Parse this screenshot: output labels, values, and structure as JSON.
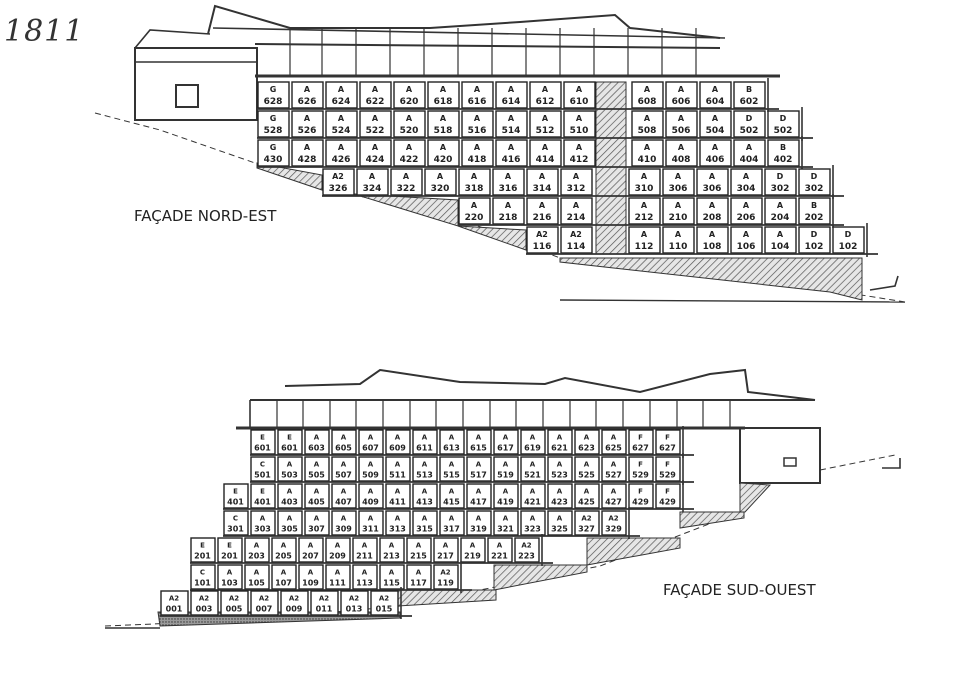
{
  "title": "1811",
  "facades": [
    {
      "label": "FAÇADE NORD-EST",
      "rows": [
        {
          "units": [
            [
              "G",
              "628"
            ],
            [
              "A",
              "626"
            ],
            [
              "A",
              "624"
            ],
            [
              "A",
              "622"
            ],
            [
              "A",
              "620"
            ],
            [
              "A",
              "618"
            ],
            [
              "A",
              "616"
            ],
            [
              "A",
              "614"
            ],
            [
              "A",
              "612"
            ],
            [
              "A",
              "610"
            ],
            [
              "A",
              "608"
            ],
            [
              "A",
              "606"
            ],
            [
              "A",
              "604"
            ],
            [
              "B",
              "602"
            ]
          ]
        },
        {
          "units": [
            [
              "G",
              "528"
            ],
            [
              "A",
              "526"
            ],
            [
              "A",
              "524"
            ],
            [
              "A",
              "522"
            ],
            [
              "A",
              "520"
            ],
            [
              "A",
              "518"
            ],
            [
              "A",
              "516"
            ],
            [
              "A",
              "514"
            ],
            [
              "A",
              "512"
            ],
            [
              "A",
              "510"
            ],
            [
              "A",
              "508"
            ],
            [
              "A",
              "506"
            ],
            [
              "A",
              "504"
            ],
            [
              "D",
              "502"
            ],
            [
              "D",
              "502"
            ]
          ]
        },
        {
          "units": [
            [
              "G",
              "430"
            ],
            [
              "A",
              "428"
            ],
            [
              "A",
              "426"
            ],
            [
              "A",
              "424"
            ],
            [
              "A",
              "422"
            ],
            [
              "A",
              "420"
            ],
            [
              "A",
              "418"
            ],
            [
              "A",
              "416"
            ],
            [
              "A",
              "414"
            ],
            [
              "A",
              "412"
            ],
            [
              "A",
              "410"
            ],
            [
              "A",
              "408"
            ],
            [
              "A",
              "406"
            ],
            [
              "A",
              "404"
            ],
            [
              "B",
              "402"
            ]
          ]
        },
        {
          "units": [
            [
              "A2",
              "326"
            ],
            [
              "A",
              "324"
            ],
            [
              "A",
              "322"
            ],
            [
              "A",
              "320"
            ],
            [
              "A",
              "318"
            ],
            [
              "A",
              "316"
            ],
            [
              "A",
              "314"
            ],
            [
              "A",
              "312"
            ],
            [
              "A",
              "310"
            ],
            [
              "A",
              "306"
            ],
            [
              "A",
              "306"
            ],
            [
              "A",
              "304"
            ],
            [
              "D",
              "302"
            ],
            [
              "D",
              "302"
            ]
          ]
        },
        {
          "units": [
            [
              "A",
              "220"
            ],
            [
              "A",
              "218"
            ],
            [
              "A",
              "216"
            ],
            [
              "A",
              "214"
            ],
            [
              "A",
              "212"
            ],
            [
              "A",
              "210"
            ],
            [
              "A",
              "208"
            ],
            [
              "A",
              "206"
            ],
            [
              "A",
              "204"
            ],
            [
              "B",
              "202"
            ]
          ]
        },
        {
          "units": [
            [
              "A2",
              "116"
            ],
            [
              "A2",
              "114"
            ],
            [
              "A",
              "112"
            ],
            [
              "A",
              "110"
            ],
            [
              "A",
              "108"
            ],
            [
              "A",
              "106"
            ],
            [
              "A",
              "104"
            ],
            [
              "D",
              "102"
            ],
            [
              "D",
              "102"
            ]
          ]
        }
      ]
    },
    {
      "label": "FAÇADE SUD-OUEST",
      "rows": [
        {
          "units": [
            [
              "E",
              "601"
            ],
            [
              "E",
              "601"
            ],
            [
              "A",
              "603"
            ],
            [
              "A",
              "605"
            ],
            [
              "A",
              "607"
            ],
            [
              "A",
              "609"
            ],
            [
              "A",
              "611"
            ],
            [
              "A",
              "613"
            ],
            [
              "A",
              "615"
            ],
            [
              "A",
              "617"
            ],
            [
              "A",
              "619"
            ],
            [
              "A",
              "621"
            ],
            [
              "A",
              "623"
            ],
            [
              "A",
              "625"
            ],
            [
              "F",
              "627"
            ],
            [
              "F",
              "627"
            ]
          ]
        },
        {
          "units": [
            [
              "C",
              "501"
            ],
            [
              "A",
              "503"
            ],
            [
              "A",
              "505"
            ],
            [
              "A",
              "507"
            ],
            [
              "A",
              "509"
            ],
            [
              "A",
              "511"
            ],
            [
              "A",
              "513"
            ],
            [
              "A",
              "515"
            ],
            [
              "A",
              "517"
            ],
            [
              "A",
              "519"
            ],
            [
              "A",
              "521"
            ],
            [
              "A",
              "523"
            ],
            [
              "A",
              "525"
            ],
            [
              "A",
              "527"
            ],
            [
              "F",
              "529"
            ],
            [
              "F",
              "529"
            ]
          ]
        },
        {
          "units": [
            [
              "E",
              "401"
            ],
            [
              "E",
              "401"
            ],
            [
              "A",
              "403"
            ],
            [
              "A",
              "405"
            ],
            [
              "A",
              "407"
            ],
            [
              "A",
              "409"
            ],
            [
              "A",
              "411"
            ],
            [
              "A",
              "413"
            ],
            [
              "A",
              "415"
            ],
            [
              "A",
              "417"
            ],
            [
              "A",
              "419"
            ],
            [
              "A",
              "421"
            ],
            [
              "A",
              "423"
            ],
            [
              "A",
              "425"
            ],
            [
              "A",
              "427"
            ],
            [
              "F",
              "429"
            ],
            [
              "F",
              "429"
            ]
          ]
        },
        {
          "units": [
            [
              "C",
              "301"
            ],
            [
              "A",
              "303"
            ],
            [
              "A",
              "305"
            ],
            [
              "A",
              "307"
            ],
            [
              "A",
              "309"
            ],
            [
              "A",
              "311"
            ],
            [
              "A",
              "313"
            ],
            [
              "A",
              "315"
            ],
            [
              "A",
              "317"
            ],
            [
              "A",
              "319"
            ],
            [
              "A",
              "321"
            ],
            [
              "A",
              "323"
            ],
            [
              "A",
              "325"
            ],
            [
              "A2",
              "327"
            ],
            [
              "A2",
              "329"
            ]
          ]
        },
        {
          "units": [
            [
              "E",
              "201"
            ],
            [
              "E",
              "201"
            ],
            [
              "A",
              "203"
            ],
            [
              "A",
              "205"
            ],
            [
              "A",
              "207"
            ],
            [
              "A",
              "209"
            ],
            [
              "A",
              "211"
            ],
            [
              "A",
              "213"
            ],
            [
              "A",
              "215"
            ],
            [
              "A",
              "217"
            ],
            [
              "A",
              "219"
            ],
            [
              "A",
              "221"
            ],
            [
              "A2",
              "223"
            ]
          ]
        },
        {
          "units": [
            [
              "C",
              "101"
            ],
            [
              "A",
              "103"
            ],
            [
              "A",
              "105"
            ],
            [
              "A",
              "107"
            ],
            [
              "A",
              "109"
            ],
            [
              "A",
              "111"
            ],
            [
              "A",
              "113"
            ],
            [
              "A",
              "115"
            ],
            [
              "A",
              "117"
            ],
            [
              "A2",
              "119"
            ]
          ]
        },
        {
          "units": [
            [
              "A2",
              "001"
            ],
            [
              "A2",
              "003"
            ],
            [
              "A2",
              "005"
            ],
            [
              "A2",
              "007"
            ],
            [
              "A2",
              "009"
            ],
            [
              "A2",
              "011"
            ],
            [
              "A2",
              "013"
            ],
            [
              "A2",
              "015"
            ]
          ]
        }
      ]
    }
  ]
}
